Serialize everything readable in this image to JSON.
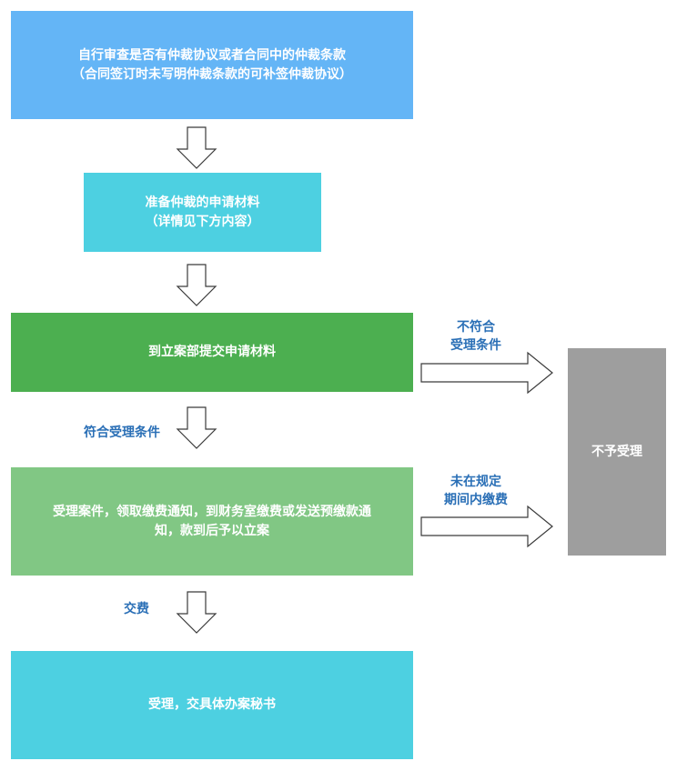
{
  "colors": {
    "step1": "#64b5f6",
    "step2": "#4dd0e1",
    "step3": "#4caf50",
    "step4": "#81c784",
    "step5": "#4dd0e1",
    "reject": "#9e9e9e",
    "label_text": "#2a6fb6"
  },
  "steps": {
    "step1": {
      "line1": "自行审查是否有仲裁协议或者合同中的仲裁条款",
      "line2": "（合同签订时未写明仲裁条款的可补签仲裁协议）"
    },
    "step2": {
      "line1": "准备仲裁的申请材料",
      "line2": "（详情见下方内容）"
    },
    "step3": {
      "line1": "到立案部提交申请材料"
    },
    "step4": {
      "line1": "受理案件，领取缴费通知，到财务室缴费或发送预缴款通",
      "line2": "知，款到后予以立案"
    },
    "step5": {
      "line1": "受理，交具体办案秘书"
    }
  },
  "reject_box": {
    "label": "不予受理"
  },
  "connector_labels": {
    "not_meet": {
      "line1": "不符合",
      "line2": "受理条件"
    },
    "meet": "符合受理条件",
    "unpaid": {
      "line1": "未在规定",
      "line2": "期间内缴费"
    },
    "pay": "交费"
  }
}
